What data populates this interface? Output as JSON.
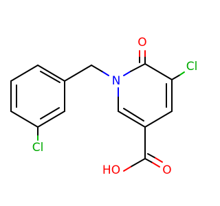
{
  "molecule": {
    "atoms": {
      "n1": "N",
      "o_carbonyl": "O",
      "cl_ring": "Cl",
      "cl_benzyl": "Cl",
      "oh": "HO",
      "o_acid": "O"
    }
  },
  "colors": {
    "bond": "#000000",
    "nitrogen": "#0000ff",
    "oxygen": "#ff0000",
    "chlorine": "#00aa00"
  }
}
